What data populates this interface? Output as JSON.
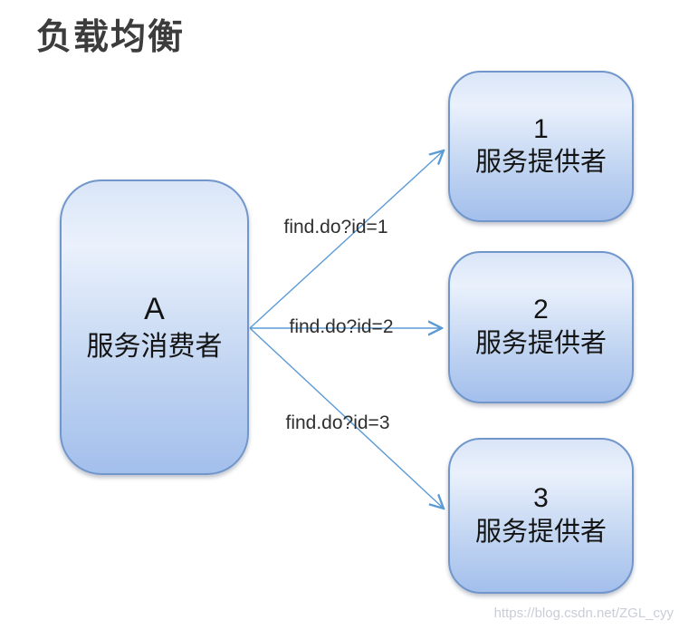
{
  "page": {
    "title": "负载均衡",
    "watermark": "https://blog.csdn.net/ZGL_cyy"
  },
  "diagram": {
    "consumer": {
      "id": "A",
      "label": "服务消费者"
    },
    "providers": [
      {
        "id": "1",
        "label": "服务提供者"
      },
      {
        "id": "2",
        "label": "服务提供者"
      },
      {
        "id": "3",
        "label": "服务提供者"
      }
    ],
    "edges": [
      {
        "label": "find.do?id=1"
      },
      {
        "label": "find.do?id=2"
      },
      {
        "label": "find.do?id=3"
      }
    ],
    "colors": {
      "title_text": "#3c3c3c",
      "box_border": "#7096cb",
      "box_fill_top": "#d9e5f7",
      "box_fill_light": "#eaf1fc",
      "box_fill_mid": "#c3d6f2",
      "box_fill_bottom": "#a3bfec",
      "arrow": "#5b9bd5",
      "label_text": "#2f2f2f",
      "watermark_text": "#c9cdd6"
    }
  }
}
